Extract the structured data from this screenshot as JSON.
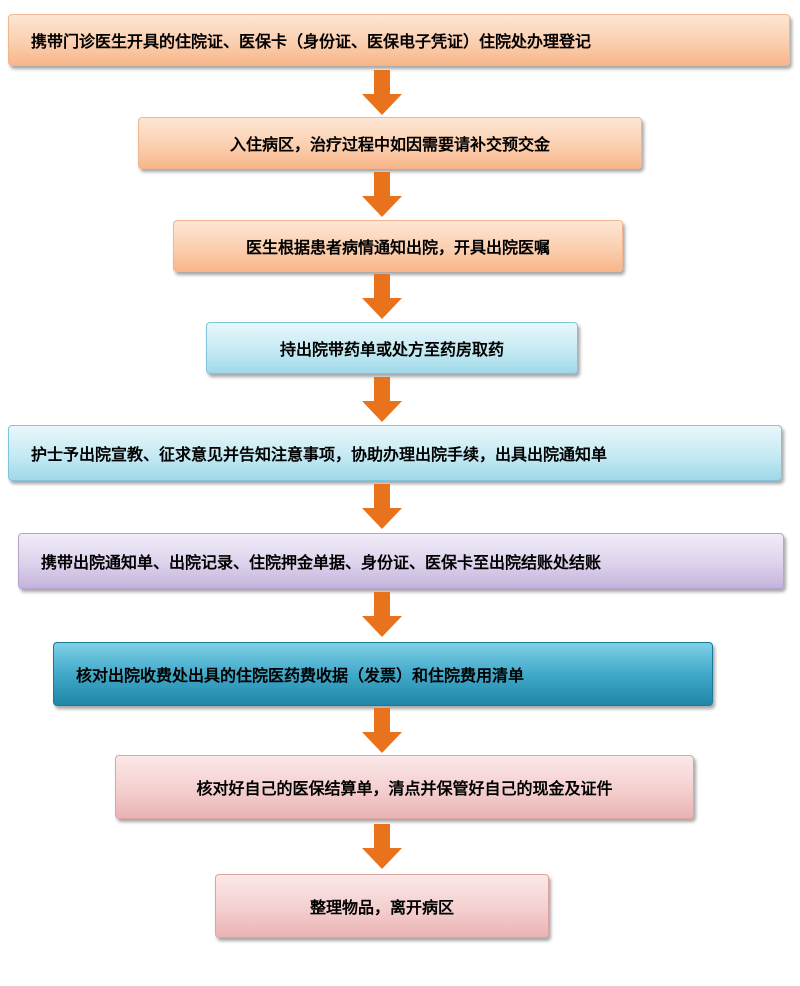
{
  "steps": [
    {
      "text": "携带门诊医生开具的住院证、医保卡（身份证、医保电子凭证）住院处办理登记",
      "color": "#fbcfaf"
    },
    {
      "text": "入住病区，治疗过程中如因需要请补交预交金",
      "color": "#fbcfaf"
    },
    {
      "text": "医生根据患者病情通知出院，开具出院医嘱",
      "color": "#fbcfaf"
    },
    {
      "text": "持出院带药单或处方至药房取药",
      "color": "#c5eaf3"
    },
    {
      "text": "护士予出院宣教、征求意见并告知注意事项，协助办理出院手续，出具出院通知单",
      "color": "#c5eaf3"
    },
    {
      "text": "携带出院通知单、出院记录、住院押金单据、身份证、医保卡至出院结账处结账",
      "color": "#ddd2ec"
    },
    {
      "text": "核对出院收费处出具的住院医药费收据（发票）和住院费用清单",
      "color": "#41a9c9"
    },
    {
      "text": "核对好自己的医保结算单，清点并保管好自己的现金及证件",
      "color": "#f4cfcf"
    },
    {
      "text": "整理物品，离开病区",
      "color": "#f4cfcf"
    }
  ],
  "arrow_color": "#e8731c"
}
